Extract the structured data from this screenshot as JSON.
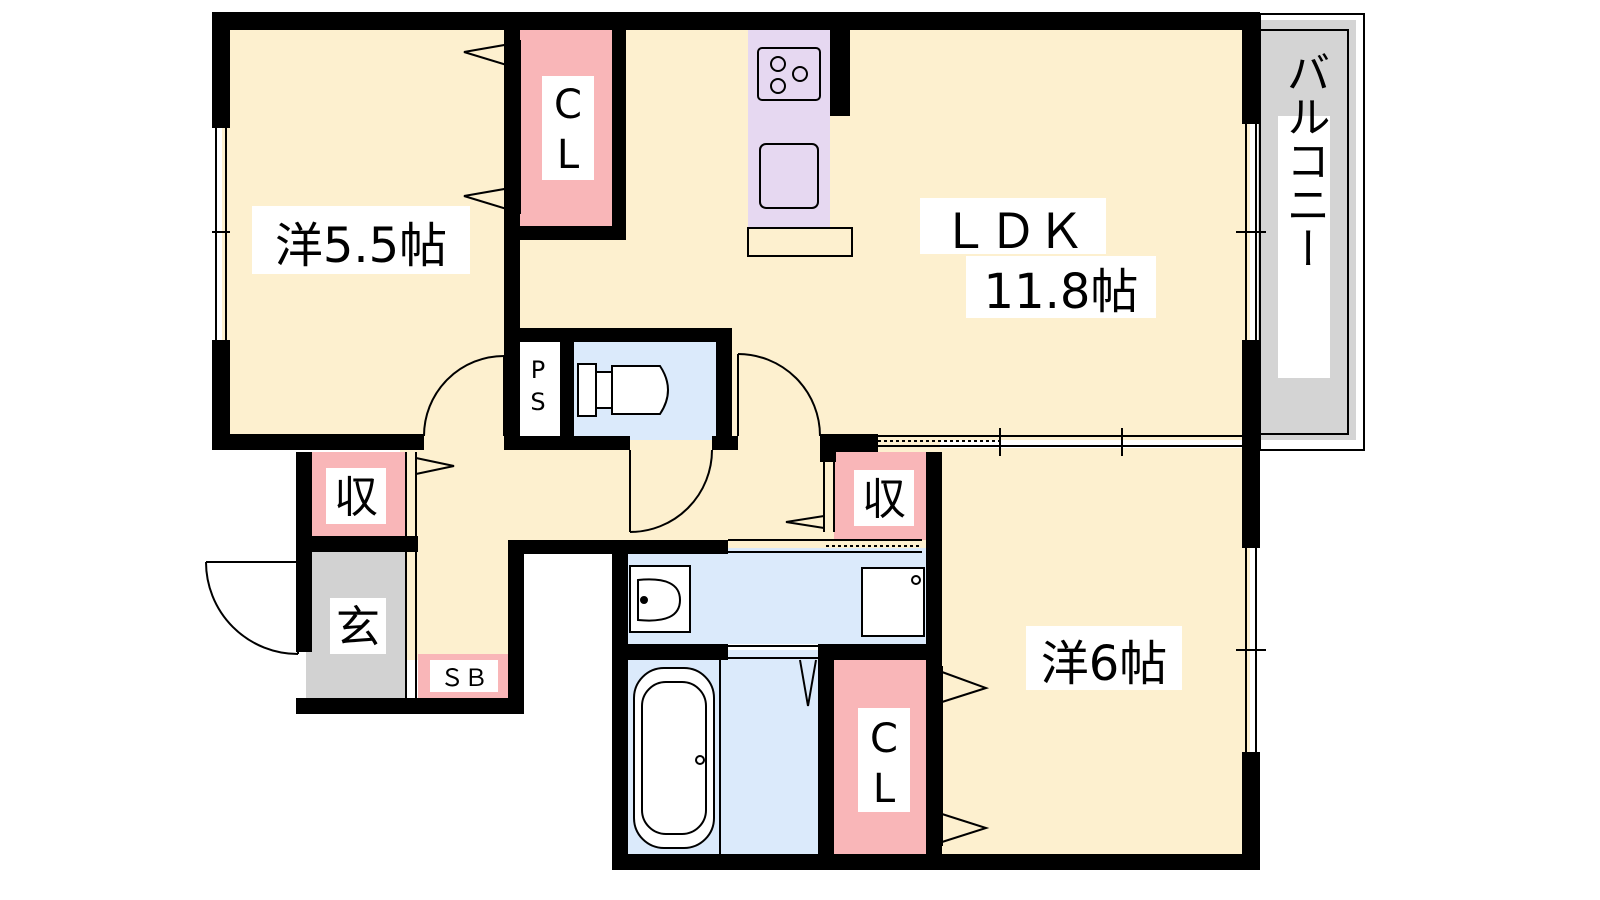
{
  "colors": {
    "wall": "#000000",
    "room_floor": "#fdf0cf",
    "water_area": "#dbeafb",
    "closet": "#f9b6b8",
    "entrance": "#d2d2d2",
    "balcony": "#d4d4d4",
    "kitchen_counter": "#e6d8f1"
  },
  "rooms": {
    "western_a": "洋5.5帖",
    "ldk_name": "ＬＤＫ",
    "ldk_size": "11.8帖",
    "western_b": "洋6帖",
    "closet_a_1": "C",
    "closet_a_2": "L",
    "closet_b_1": "C",
    "closet_b_2": "L",
    "storage_a": "収",
    "storage_b": "収",
    "entrance": "玄",
    "shoe_box": "ＳＢ",
    "pipe_space_1": "P",
    "pipe_space_2": "S",
    "balcony": "バルコニー"
  },
  "fixtures": [
    "toilet-icon",
    "stove-icon",
    "sink-icon",
    "bathtub-icon",
    "washbasin-icon",
    "washer-pan-icon"
  ]
}
